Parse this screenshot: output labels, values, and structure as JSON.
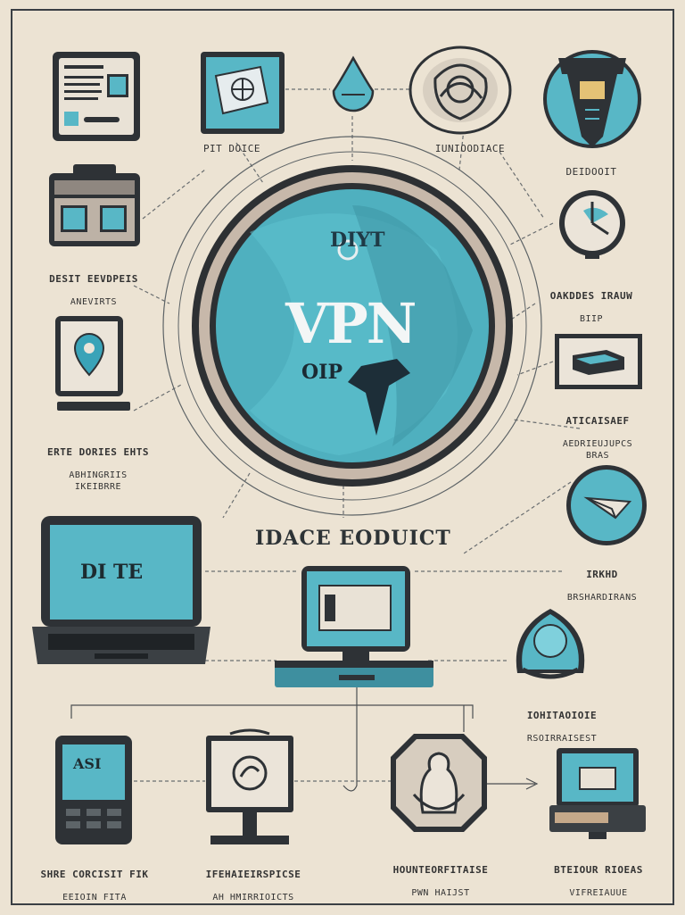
{
  "hub": {
    "title": "VPN",
    "top_text": "DIYT",
    "bottom_text": "OIP"
  },
  "center_caption": "IDACE EODUICT",
  "labels": {
    "doc_top": "PIT DOICE",
    "globe_top": "IUNIOODIACE",
    "shield_top": "DEIDOOIT",
    "server": {
      "line1": "DESIT EEVDPEIS",
      "line2": "ANEVIRTS"
    },
    "clock": {
      "line1": "OAKDDES IRAUW",
      "line2": "BIIP"
    },
    "pin": {
      "line1": "ERTE DORIES EHTS",
      "line2": "ABHINGRIIS\nIKEIBRRE"
    },
    "router": {
      "line1": "ATICAISAEF",
      "line2": "AEDRIEUJUPCS\nBRAS"
    },
    "send": {
      "line1": "IRKHD",
      "line2": "BRSHARDIRANS"
    },
    "lock": {
      "line1": "IOHITAOIOIE",
      "line2": "RSOIRRAISEST"
    },
    "phone": {
      "line1": "SHRE CORCISIT FIK",
      "line2": "EEIOIN FITA"
    },
    "monitor": {
      "line1": "IFEHAIEIRSPICSE",
      "line2": "AH HMIRRIOICTS"
    },
    "bag": {
      "line1": "HOUNTEORFITAISE",
      "line2": "PWN HAIJST"
    },
    "device": {
      "line1": "BTEIOUR RIOEAS",
      "line2": "VIFREIAUUE"
    }
  },
  "screens": {
    "laptop_left": "DI TE",
    "phone": "ASI"
  },
  "colors": {
    "teal": "#58b7c6",
    "dark": "#2f3438",
    "cream": "#ece3d3",
    "beige": "#bfb3a6"
  }
}
